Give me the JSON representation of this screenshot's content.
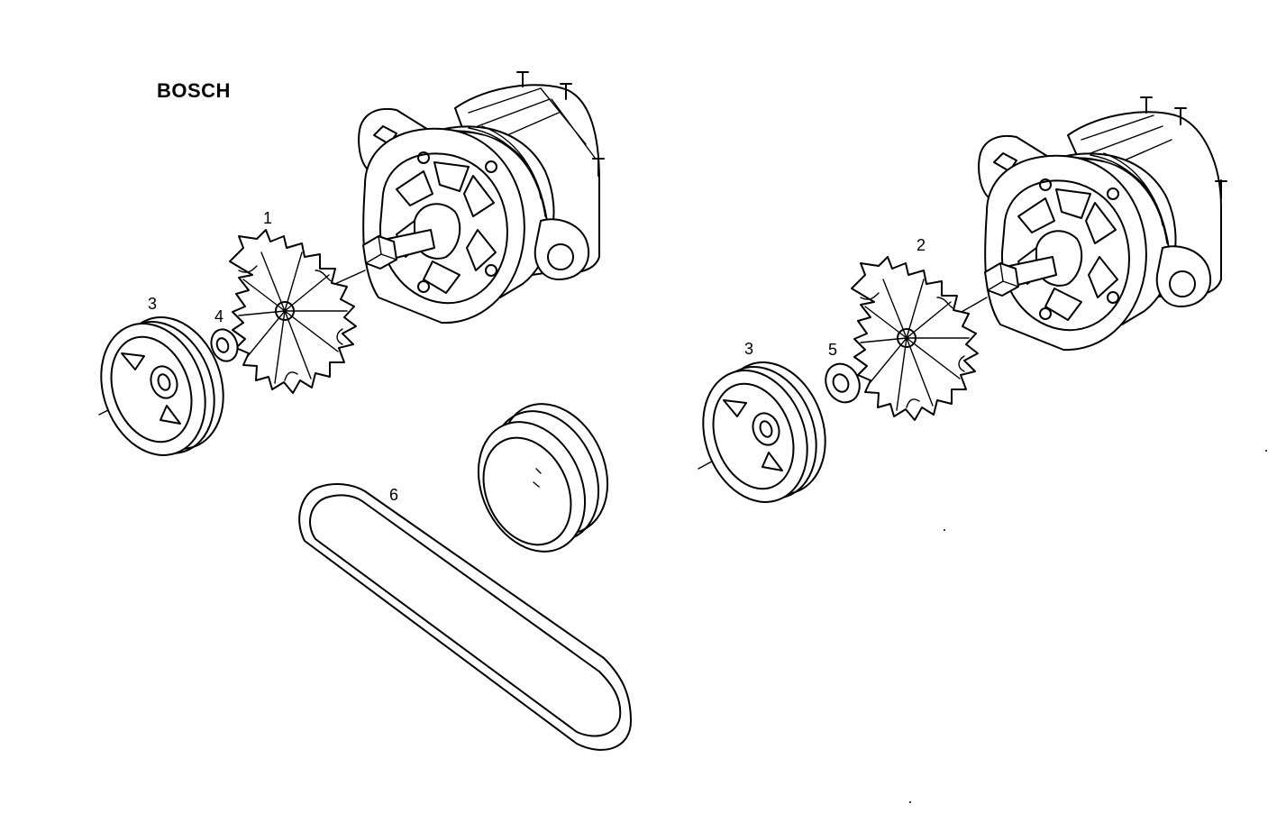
{
  "brand": "BOSCH",
  "callouts": {
    "left_fan": "1",
    "right_fan": "2",
    "left_pulley": "3",
    "right_pulley": "3",
    "left_washer": "4",
    "right_washer": "5",
    "belt": "6"
  },
  "icons": {
    "alternator": "alternator-icon",
    "fan": "fan-impeller-icon",
    "pulley": "pulley-icon",
    "washer": "washer-icon",
    "belt": "v-belt-icon"
  }
}
